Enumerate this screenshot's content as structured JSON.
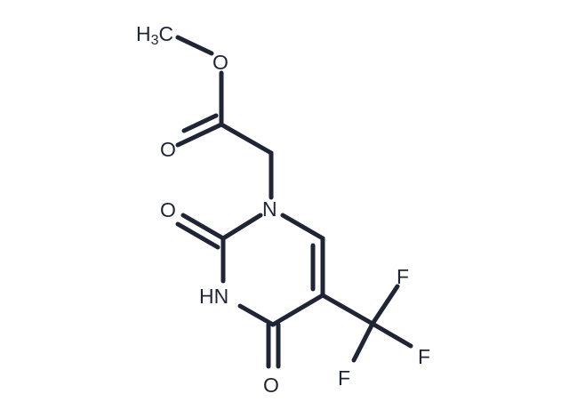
{
  "molecule": {
    "bond_color": "#1f2535",
    "atoms": {
      "methyl_h": "H",
      "methyl_sub": "3",
      "methyl_c": "C",
      "ester_o": "O",
      "carbonyl_o": "O",
      "n1": "N",
      "c2_o": "O",
      "n3h": "HN",
      "c4_o": "O",
      "f_top": "F",
      "f_right": "F",
      "f_bottom": "F"
    }
  }
}
